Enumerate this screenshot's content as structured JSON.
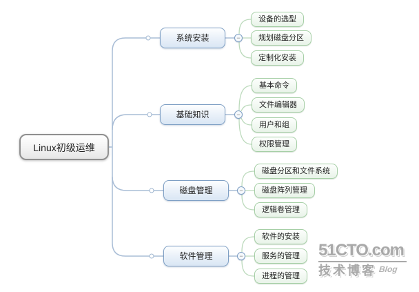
{
  "mindmap": {
    "root": {
      "label": "Linux初级运维"
    },
    "collapse_symbol": "−",
    "branches": [
      {
        "label": "系统安装",
        "children": [
          {
            "label": "设备的选型"
          },
          {
            "label": "规划磁盘分区"
          },
          {
            "label": "定制化安装"
          }
        ]
      },
      {
        "label": "基础知识",
        "children": [
          {
            "label": "基本命令"
          },
          {
            "label": "文件编辑器"
          },
          {
            "label": "用户和组"
          },
          {
            "label": "权限管理"
          }
        ]
      },
      {
        "label": "磁盘管理",
        "children": [
          {
            "label": "磁盘分区和文件系统"
          },
          {
            "label": "磁盘阵列管理"
          },
          {
            "label": "逻辑卷管理"
          }
        ]
      },
      {
        "label": "软件管理",
        "children": [
          {
            "label": "软件的安装"
          },
          {
            "label": "服务的管理"
          },
          {
            "label": "进程的管理"
          }
        ]
      }
    ]
  },
  "watermark": {
    "brand": "51CTO.com",
    "tagline": "技术博客",
    "badge": "Blog"
  },
  "colors": {
    "branch_border": "#7e9fc4",
    "branch_fill_bottom": "#d9e6f4",
    "branch_connector": "#a9bdd6",
    "child_border": "#a6cfa6",
    "child_fill_bottom": "#e9f3e9",
    "child_connector": "#bcdabc",
    "root_border": "#8f8f8f",
    "watermark_gray": "#a9a9a9"
  }
}
